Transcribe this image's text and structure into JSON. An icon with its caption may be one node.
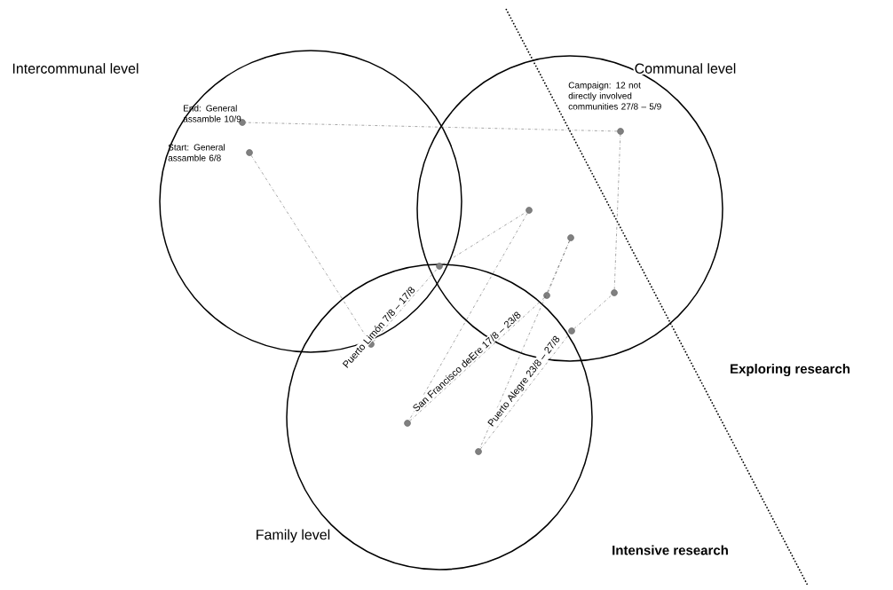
{
  "diagram": {
    "nodes": [
      {
        "text": [],
        "shape": "circle",
        "beside": [
          "End: General assamble 10/9"
        ]
      },
      {
        "text": [],
        "shape": "circle",
        "beside": [
          "Campaign: 12 not directly involved communities 27/8 – 5/9"
        ]
      },
      {
        "text": [],
        "shape": "circle",
        "beside": [
          "Start: General assamble 6/8"
        ]
      },
      {
        "text": [],
        "shape": "circle"
      },
      {
        "text": [],
        "shape": "circle"
      },
      {
        "text": [],
        "shape": "circle"
      },
      {
        "text": [],
        "shape": "circle"
      },
      {
        "text": [],
        "shape": "circle"
      },
      {
        "text": [],
        "shape": "circle"
      },
      {
        "text": [],
        "shape": "circle"
      },
      {
        "text": [],
        "shape": "circle"
      },
      {
        "text": [],
        "shape": "circle"
      }
    ],
    "edges": [
      {
        "from": 2,
        "to": 9,
        "arrow": "none"
      },
      {
        "from": 9,
        "to": 5,
        "arrow": "none",
        "label": "Puerto Limón 7/8 – 17/8"
      },
      {
        "from": 5,
        "to": 3,
        "arrow": "none"
      },
      {
        "from": 3,
        "to": 10,
        "arrow": "none"
      },
      {
        "from": 10,
        "to": 7,
        "arrow": "none",
        "label": "San Francisco deEre 17/8 – 23/8"
      },
      {
        "from": 7,
        "to": 4,
        "arrow": "none"
      },
      {
        "from": 4,
        "to": 11,
        "arrow": "none"
      },
      {
        "from": 11,
        "to": 8,
        "arrow": "none",
        "label": "Puerto Alegre 23/8 – 27/8"
      },
      {
        "from": 8,
        "to": 6,
        "arrow": "none"
      },
      {
        "from": 6,
        "to": 1,
        "arrow": "none"
      },
      {
        "from": 1,
        "to": 0,
        "arrow": "none"
      }
    ],
    "labels": [
      "Intercommunal level",
      "Communal level",
      "Exploring research",
      "Family level",
      "Intensive research"
    ]
  }
}
